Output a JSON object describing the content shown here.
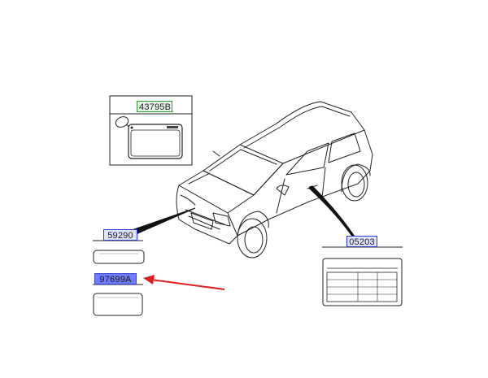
{
  "parts": {
    "label_43795B": "43795B",
    "label_59290": "59290",
    "label_97699A": "97699A",
    "label_05203": "05203"
  },
  "colors": {
    "highlight_label": "#6f7bff",
    "default_label": "#dfe3ff",
    "green_label_border": "#2f9a2f",
    "pointer_arrow": "#e02020"
  },
  "icons": [
    "car-illustration",
    "tire-pressure-placard-icon",
    "emission-label-icon",
    "spec-table-label-icon",
    "red-pointer-arrow-icon"
  ]
}
